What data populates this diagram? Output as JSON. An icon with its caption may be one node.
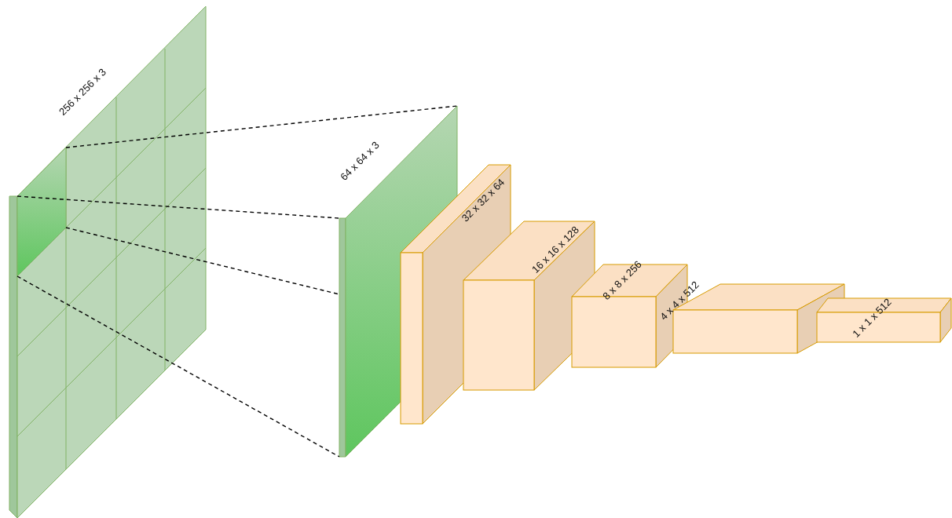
{
  "diagram": {
    "nodes": [
      {
        "text": [
          "256 x 256 x 3"
        ]
      },
      {
        "text": [],
        "shape": "box",
        "in": 0
      },
      {
        "text": [
          "64 x 64 x 3"
        ]
      },
      {
        "text": [
          "32 x 32 x 64"
        ]
      },
      {
        "text": [
          "16 x 16 x 128"
        ]
      },
      {
        "text": [
          "8 x 8 x 256"
        ]
      },
      {
        "text": [
          "4 x 4 x 512"
        ]
      },
      {
        "text": [
          "1 x 1 x 512"
        ]
      }
    ],
    "edges": [
      {
        "from": 1,
        "to": 2,
        "arrow": "none",
        "style": "dashed"
      },
      {
        "from": 1,
        "to": 2,
        "arrow": "none",
        "style": "dashed"
      },
      {
        "from": 1,
        "to": 2,
        "arrow": "none",
        "style": "dashed"
      },
      {
        "from": 1,
        "to": 2,
        "arrow": "none",
        "style": "dashed"
      }
    ]
  }
}
